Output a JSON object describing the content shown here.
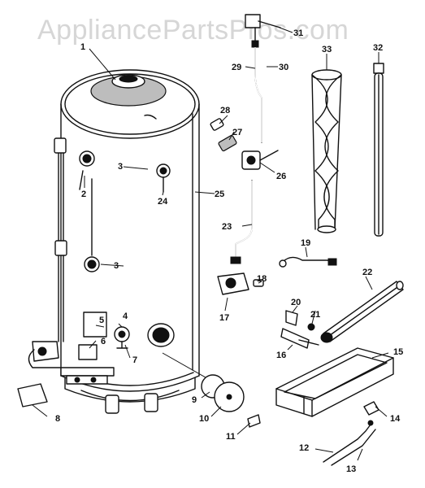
{
  "watermark": "AppliancePartsPros.com",
  "part_labels": {
    "p1": "1",
    "p2": "2",
    "p3a": "3",
    "p3b": "3",
    "p4": "4",
    "p5": "5",
    "p6": "6",
    "p7": "7",
    "p8": "8",
    "p9": "9",
    "p10": "10",
    "p11": "11",
    "p12": "12",
    "p13": "13",
    "p14": "14",
    "p15": "15",
    "p16": "16",
    "p17": "17",
    "p18": "18",
    "p19": "19",
    "p20": "20",
    "p21": "21",
    "p22": "22",
    "p23": "23",
    "p24": "24",
    "p25": "25",
    "p26": "26",
    "p27": "27",
    "p28": "28",
    "p29": "29",
    "p30": "30",
    "p31": "31",
    "p32": "32",
    "p33": "33"
  }
}
